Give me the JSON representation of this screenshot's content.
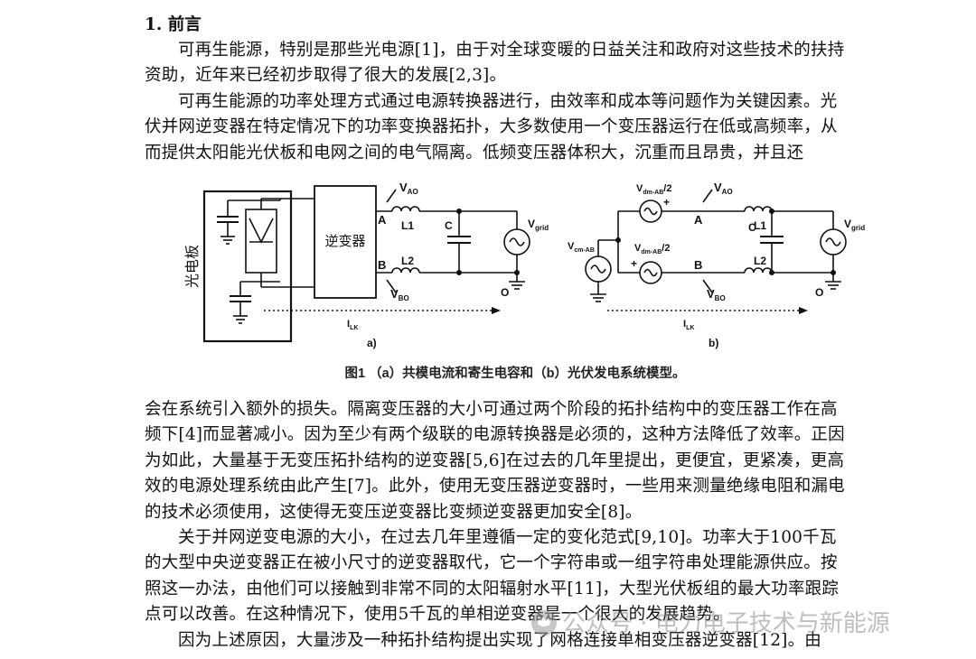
{
  "section": {
    "heading": "1. 前言"
  },
  "paragraphs": {
    "p1": "可再生能源，特别是那些光电源[1]，由于对全球变暖的日益关注和政府对这些技术的扶持资助，近年来已经初步取得了很大的发展[2,3]。",
    "p2": "可再生能源的功率处理方式通过电源转换器进行，由效率和成本等问题作为关键因素。光伏并网逆变器在特定情况下的功率变换器拓扑，大多数使用一个变压器运行在低或高频率，从而提供太阳能光伏板和电网之间的电气隔离。低频变压器体积大，沉重而且昂贵，并且还",
    "p3": "会在系统引入额外的损失。隔离变压器的大小可通过两个阶段的拓扑结构中的变压器工作在高频下[4]而显著减小。因为至少有两个级联的电源转换器是必须的，这种方法降低了效率。正因为如此，大量基于无变压拓扑结构的逆变器[5,6]在过去的几年里提出，更便宜，更紧凑，更高效的电源处理系统由此产生[7]。此外，使用无变压器逆变器时，一些用来测量绝缘电阻和漏电的技术必须使用，这使得无变压逆变器比变频逆变器更加安全[8]。",
    "p4": "关于并网逆变电源的大小，在过去几年里遵循一定的变化范式[9,10]。功率大于100千瓦的大型中央逆变器正在被小尺寸的逆变器取代，它一个字符串或一组字符串处理能源供应。按照这一办法，由他们可以接触到非常不同的太阳辐射水平[11]，大型光伏板组的最大功率跟踪点可以改善。在这种情况下，使用5千瓦的单相逆变器是一个很大的发展趋势。",
    "p5": "因为上述原因，大量涉及一种拓扑结构提出实现了网格连接单相变压器逆变器[12]。由"
  },
  "figure": {
    "caption": "图1 （a）共模电流和寄生电容和（b）光伏发电系统模型。",
    "panel_a": {
      "label": "a)",
      "pv_label": "光电板",
      "inverter_label": "逆变器",
      "node_a": "A",
      "node_b": "B",
      "l1": "L1",
      "l2": "L2",
      "cap": "C",
      "vao": "V",
      "vao_sub": "AO",
      "vbo": "V",
      "vbo_sub": "BO",
      "vgrid": "V",
      "vgrid_sub": "grid",
      "o": "O",
      "ilk": "I",
      "ilk_sub": "LK"
    },
    "panel_b": {
      "label": "b)",
      "node_a": "A",
      "node_b": "B",
      "l1": "L1",
      "l2": "L2",
      "cap": "C",
      "vao": "V",
      "vao_sub": "AO",
      "vbo": "V",
      "vbo_sub": "BO",
      "vgrid": "V",
      "vgrid_sub": "grid",
      "vdm_top": "V",
      "vdm_top_sub": "dm-AB",
      "vdm_top_suffix": "/2",
      "vdm_bot": "V",
      "vdm_bot_sub": "dm-AB",
      "vdm_bot_suffix": "/2",
      "vcm": "V",
      "vcm_sub": "cm-AB",
      "plus": "+",
      "o": "O",
      "ilk": "I",
      "ilk_sub": "LK"
    }
  },
  "watermark": {
    "text": "公众号 · 电力电子技术与新能源",
    "logo": "wechat-logo-icon"
  }
}
